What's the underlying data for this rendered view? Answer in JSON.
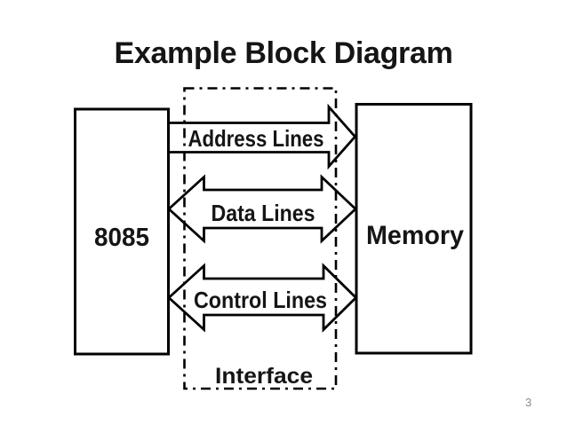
{
  "slide": {
    "title": "Example Block Diagram",
    "page_number": "3"
  },
  "diagram": {
    "processor_block": {
      "label": "8085",
      "shape": "rectangle"
    },
    "memory_block": {
      "label": "Memory",
      "shape": "rectangle"
    },
    "interface_box": {
      "label": "Interface",
      "border_style": "dash-dot"
    },
    "buses": [
      {
        "label": "Address Lines",
        "direction": "unidirectional",
        "from": "8085",
        "to": "Memory"
      },
      {
        "label": "Data Lines",
        "direction": "bidirectional",
        "from": "8085",
        "to": "Memory"
      },
      {
        "label": "Control Lines",
        "direction": "bidirectional",
        "from": "8085",
        "to": "Memory"
      }
    ],
    "colors": {
      "line": "#000000",
      "shape_fill": "#ffffff",
      "text": "#151515",
      "page_number_text": "#8a8a8a",
      "background": "#ffffff"
    }
  }
}
